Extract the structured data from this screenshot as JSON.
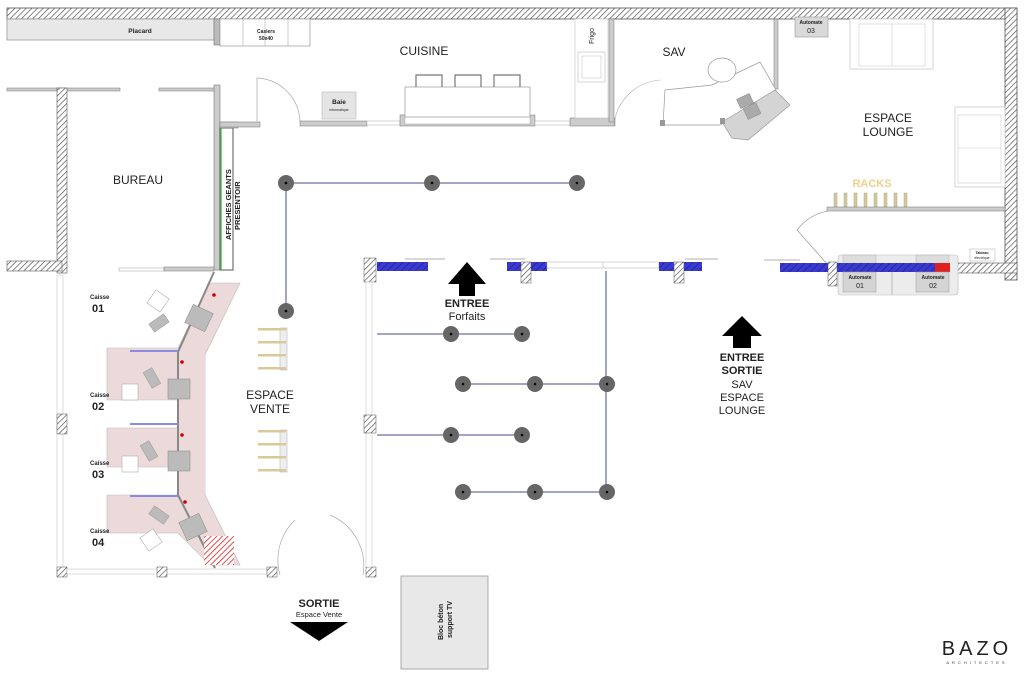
{
  "plan": {
    "rooms": {
      "cuisine": "CUISINE",
      "sav": "SAV",
      "lounge_line1": "ESPACE",
      "lounge_line2": "LOUNGE",
      "bureau": "BUREAU",
      "vente_line1": "ESPACE",
      "vente_line2": "VENTE"
    },
    "fixtures": {
      "placard": "Placard",
      "casiers_line1": "Casiers",
      "casiers_line2": "50x40",
      "baie_line1": "Baie",
      "baie_line2": "informatique",
      "frigo": "Frigo",
      "affiches_line1": "AFFICHES GEANTS",
      "affiches_line2": "PRESENTOIR",
      "racks": "RACKS",
      "tableau_line1": "Tableau",
      "tableau_line2": "électrique",
      "bloc_line1": "Bloc béton",
      "bloc_line2": "support TV"
    },
    "automates": [
      {
        "label": "Automate",
        "num": "01"
      },
      {
        "label": "Automate",
        "num": "02"
      },
      {
        "label": "Automate",
        "num": "03"
      }
    ],
    "caisses": [
      {
        "label": "Caisse",
        "num": "01"
      },
      {
        "label": "Caisse",
        "num": "02"
      },
      {
        "label": "Caisse",
        "num": "03"
      },
      {
        "label": "Caisse",
        "num": "04"
      }
    ],
    "entrances": {
      "forfaits_bold": "ENTREE",
      "forfaits_sub": "Forfaits",
      "sav_bold1": "ENTREE",
      "sav_bold2": "SORTIE",
      "sav_sub1": "SAV",
      "sav_sub2": "ESPACE",
      "sav_sub3": "LOUNGE",
      "sortie_bold": "SORTIE",
      "sortie_sub": "Espace Vente"
    },
    "logo": {
      "name": "BAZO",
      "sub": "ARCHITECTES"
    }
  },
  "colors": {
    "wall_hatch": "#555555",
    "glass_blue": "#3333cc",
    "counter_pink": "#ecd9d9",
    "rail_line": "#4a4a8a",
    "post": "#666666",
    "rack_tan": "#d9c99a",
    "alarm_red": "#e02020",
    "green_line": "#44bb44"
  }
}
